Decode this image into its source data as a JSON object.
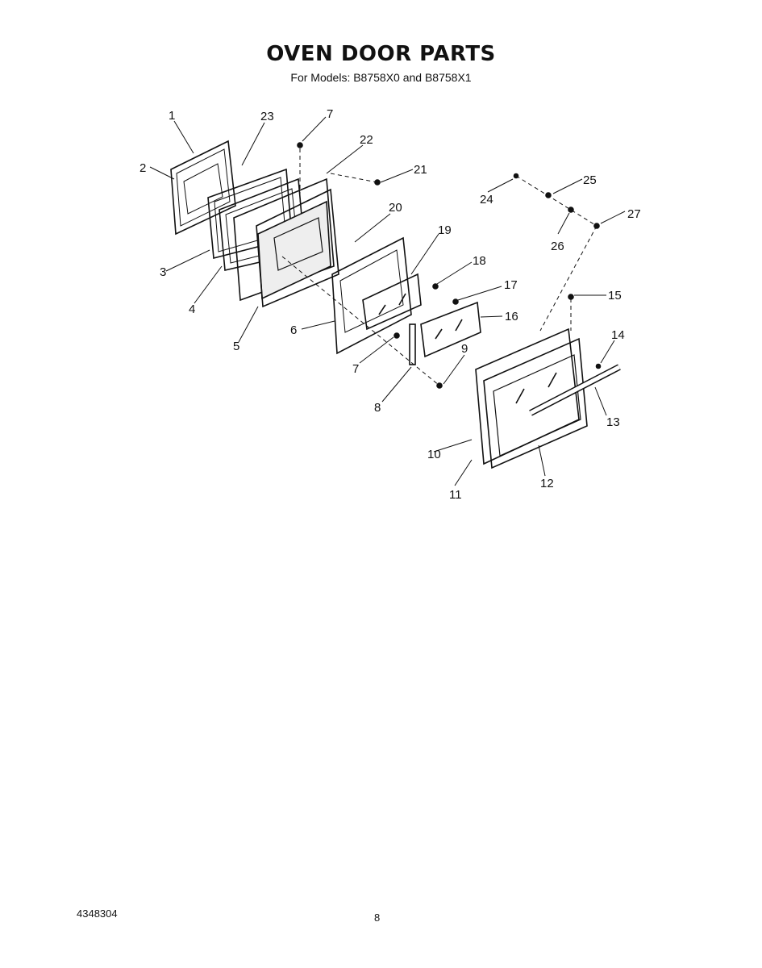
{
  "header": {
    "title": "OVEN DOOR PARTS",
    "subtitle": "For Models: B8758X0 and B8758X1"
  },
  "callouts": [
    "1",
    "2",
    "3",
    "4",
    "5",
    "6",
    "7",
    "7",
    "8",
    "9",
    "10",
    "11",
    "12",
    "13",
    "14",
    "15",
    "16",
    "17",
    "18",
    "19",
    "20",
    "21",
    "22",
    "23",
    "24",
    "25",
    "26",
    "27"
  ],
  "footer": {
    "part_number": "4348304",
    "page_number": "8"
  }
}
